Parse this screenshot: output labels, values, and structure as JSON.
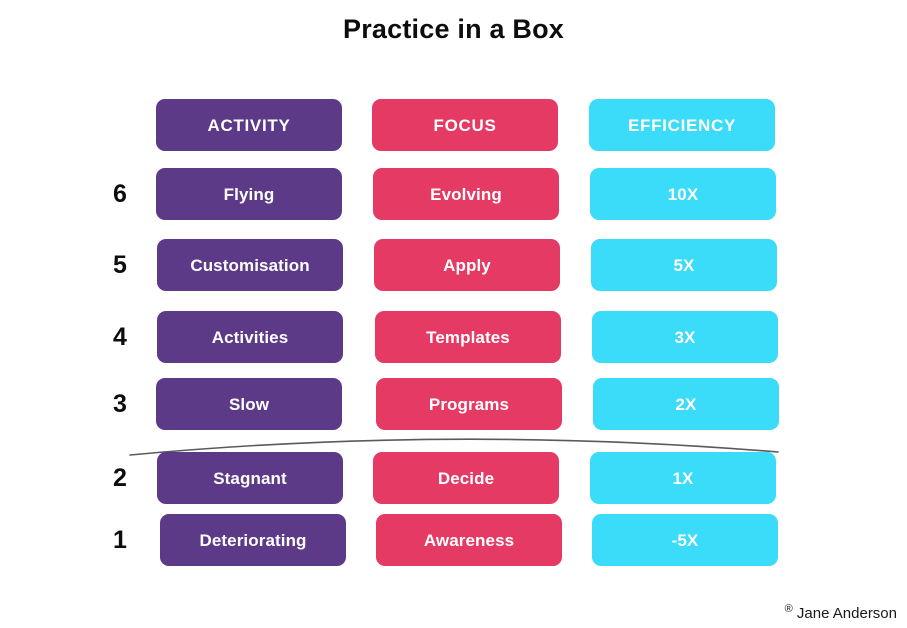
{
  "title": "Practice in a Box",
  "colors": {
    "activity": "#5C3A87",
    "focus": "#E43A63",
    "efficiency": "#3BDBFA",
    "background": "#FFFFFF",
    "text_on_box": "#FFFFFF",
    "title_text": "#0D0D0D",
    "arc": "#5A5A5A"
  },
  "headers": [
    {
      "label": "ACTIVITY",
      "column": "activity"
    },
    {
      "label": "FOCUS",
      "column": "focus"
    },
    {
      "label": "EFFICIENCY",
      "column": "efficiency"
    }
  ],
  "rows": [
    {
      "level": "6",
      "activity": "Flying",
      "focus": "Evolving",
      "efficiency": "10X"
    },
    {
      "level": "5",
      "activity": "Customisation",
      "focus": "Apply",
      "efficiency": "5X"
    },
    {
      "level": "4",
      "activity": "Activities",
      "focus": "Templates",
      "efficiency": "3X"
    },
    {
      "level": "3",
      "activity": "Slow",
      "focus": "Programs",
      "efficiency": "2X"
    },
    {
      "level": "2",
      "activity": "Stagnant",
      "focus": "Decide",
      "efficiency": "1X"
    },
    {
      "level": "1",
      "activity": "Deteriorating",
      "focus": "Awareness",
      "efficiency": "-5X"
    }
  ],
  "credit": {
    "mark": "®",
    "name": "Jane Anderson"
  }
}
